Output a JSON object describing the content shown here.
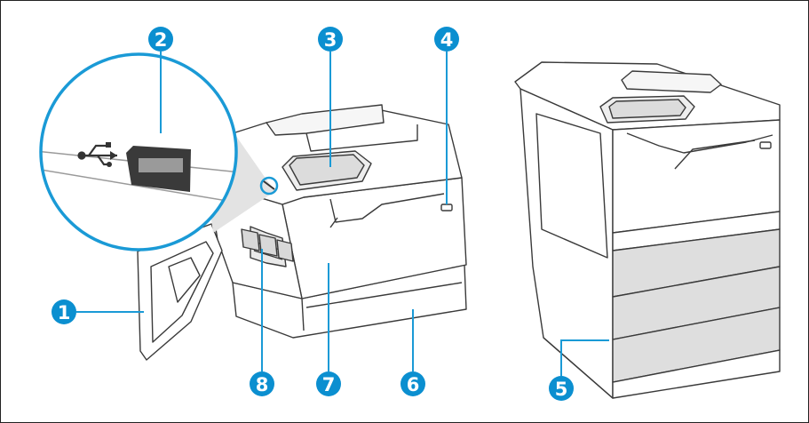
{
  "diagram": {
    "callouts": [
      {
        "id": "c1",
        "label": "1"
      },
      {
        "id": "c2",
        "label": "2"
      },
      {
        "id": "c3",
        "label": "3"
      },
      {
        "id": "c4",
        "label": "4"
      },
      {
        "id": "c5",
        "label": "5"
      },
      {
        "id": "c6",
        "label": "6"
      },
      {
        "id": "c7",
        "label": "7"
      },
      {
        "id": "c8",
        "label": "8"
      }
    ],
    "colors": {
      "callout_fill": "#0b8fd0",
      "leader_line": "#1a9ad6",
      "zoom_ring": "#1a9ad6",
      "outline": "#3a3a3a",
      "panel": "#eeeeee"
    },
    "icons": [
      "usb-icon"
    ]
  }
}
